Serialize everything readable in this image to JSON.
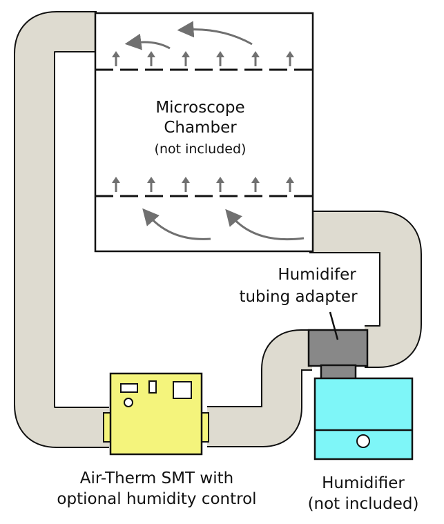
{
  "chamber": {
    "title_line1": "Microscope",
    "title_line2": "Chamber",
    "note": "(not included)"
  },
  "adapter": {
    "label_line1": "Humidifer",
    "label_line2": "tubing adapter"
  },
  "airtherm": {
    "label_line1": "Air-Therm SMT with",
    "label_line2": "optional humidity control"
  },
  "humidifier": {
    "label_line1": "Humidifier",
    "label_line2": "(not included)"
  },
  "colors": {
    "tube_fill": "#dedbd0",
    "outline": "#111111",
    "chamber_fill": "#ffffff",
    "airtherm_fill": "#f4f47c",
    "humidifier_fill": "#7ef6f8",
    "adapter_fill": "#888888",
    "airflow_arrow": "#707070"
  },
  "icons": {
    "airflow_arrow": "up-arrow",
    "airflow_curve": "curved-arrow"
  }
}
